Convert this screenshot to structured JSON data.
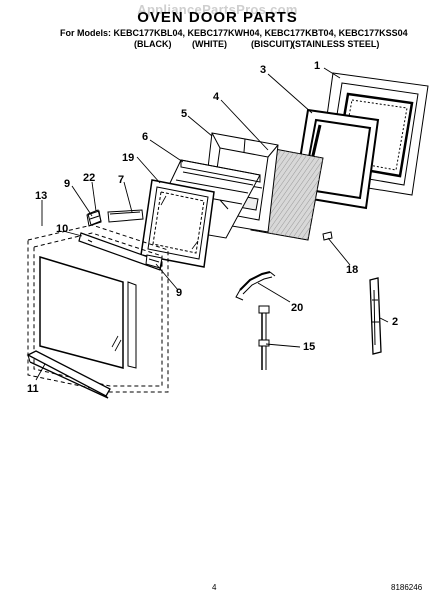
{
  "watermark": "AppliancePartsPros.com",
  "header": {
    "title": "OVEN DOOR PARTS",
    "models": "For Models: KEBC177KBL04, KEBC177KWH04, KEBC177KBT04, KEBC177KSS04",
    "colors": [
      "(BLACK)",
      "(WHITE)",
      "(BISCUIT)",
      "(STAINLESS STEEL)"
    ]
  },
  "callouts": [
    "1",
    "2",
    "3",
    "4",
    "5",
    "6",
    "7",
    "9",
    "9",
    "10",
    "11",
    "13",
    "15",
    "18",
    "19",
    "20",
    "22"
  ],
  "footer": {
    "page": "4",
    "doc_number": "8186246"
  }
}
